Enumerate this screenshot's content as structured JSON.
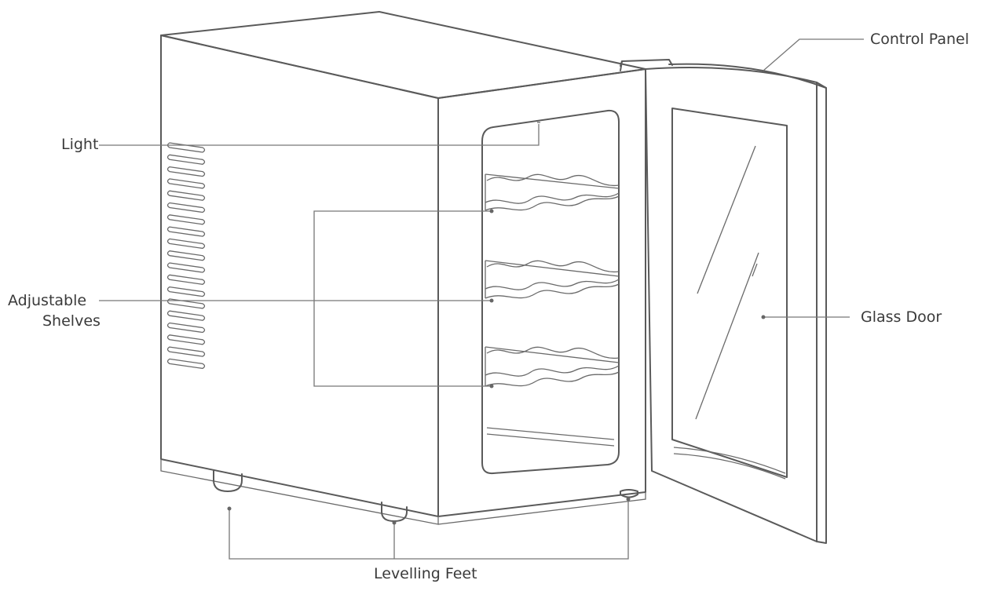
{
  "labels": {
    "control_panel": "Control Panel",
    "light": "Light",
    "adjustable_shelves_line1": "Adjustable",
    "adjustable_shelves_line2": "Shelves",
    "glass_door": "Glass Door",
    "levelling_feet": "Levelling Feet"
  },
  "colors": {
    "outline": "#5a5a5a",
    "leader": "#777777",
    "text": "#3a3a3a",
    "background": "#ffffff"
  }
}
